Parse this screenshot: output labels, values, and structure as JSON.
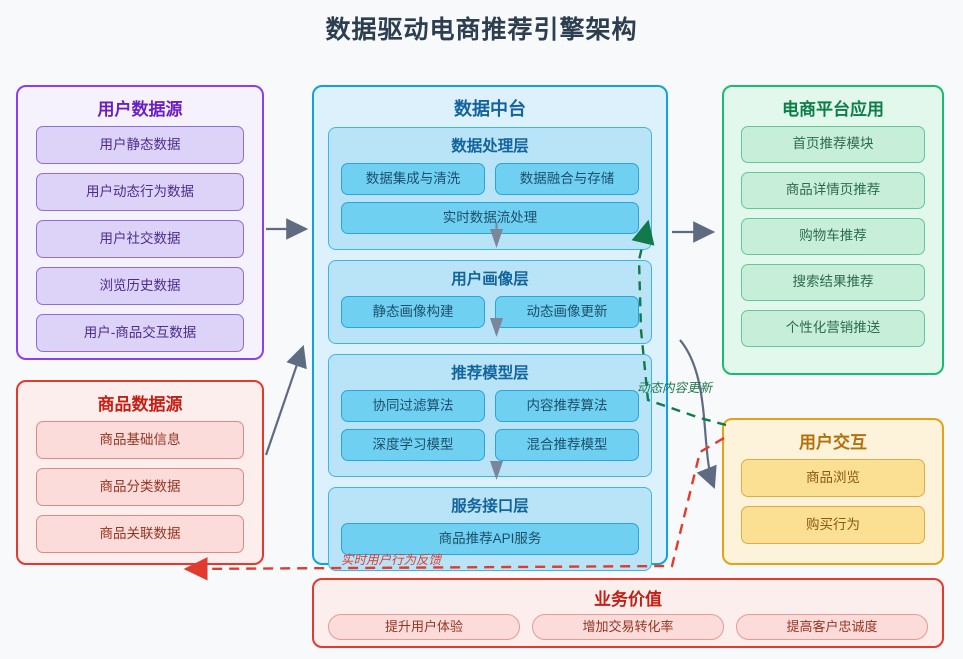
{
  "title": "数据驱动电商推荐引擎架构",
  "colors": {
    "background": "#f8f9fb",
    "title_text": "#2c3e50",
    "user_source_border": "#8b3ff0",
    "product_source_border": "#e5392e",
    "platform_border": "#11a3e0",
    "apps_border": "#18bd72",
    "interaction_border": "#e8a117",
    "value_border": "#e5392e",
    "arrow_gray": "#5f6b80",
    "arrow_green": "#12794b",
    "arrow_red": "#e03b2e"
  },
  "panels": {
    "user_source": {
      "title": "用户数据源",
      "items": [
        "用户静态数据",
        "用户动态行为数据",
        "用户社交数据",
        "浏览历史数据",
        "用户-商品交互数据"
      ]
    },
    "product_source": {
      "title": "商品数据源",
      "items": [
        "商品基础信息",
        "商品分类数据",
        "商品关联数据"
      ]
    },
    "platform": {
      "title": "数据中台",
      "layers": [
        {
          "title": "数据处理层",
          "rows": [
            [
              "数据集成与清洗",
              "数据融合与存储"
            ],
            [
              "实时数据流处理"
            ]
          ]
        },
        {
          "title": "用户画像层",
          "rows": [
            [
              "静态画像构建",
              "动态画像更新"
            ]
          ]
        },
        {
          "title": "推荐模型层",
          "rows": [
            [
              "协同过滤算法",
              "内容推荐算法"
            ],
            [
              "深度学习模型",
              "混合推荐模型"
            ]
          ]
        },
        {
          "title": "服务接口层",
          "rows": [
            [
              "商品推荐API服务"
            ]
          ]
        }
      ]
    },
    "apps": {
      "title": "电商平台应用",
      "items": [
        "首页推荐模块",
        "商品详情页推荐",
        "购物车推荐",
        "搜索结果推荐",
        "个性化营销推送"
      ]
    },
    "interaction": {
      "title": "用户交互",
      "items": [
        "商品浏览",
        "购买行为"
      ]
    },
    "value": {
      "title": "业务价值",
      "items": [
        "提升用户体验",
        "增加交易转化率",
        "提高客户忠诚度"
      ]
    }
  },
  "edge_labels": {
    "dynamic_content": "动态内容更新",
    "realtime_feedback": "实时用户行为反馈"
  }
}
